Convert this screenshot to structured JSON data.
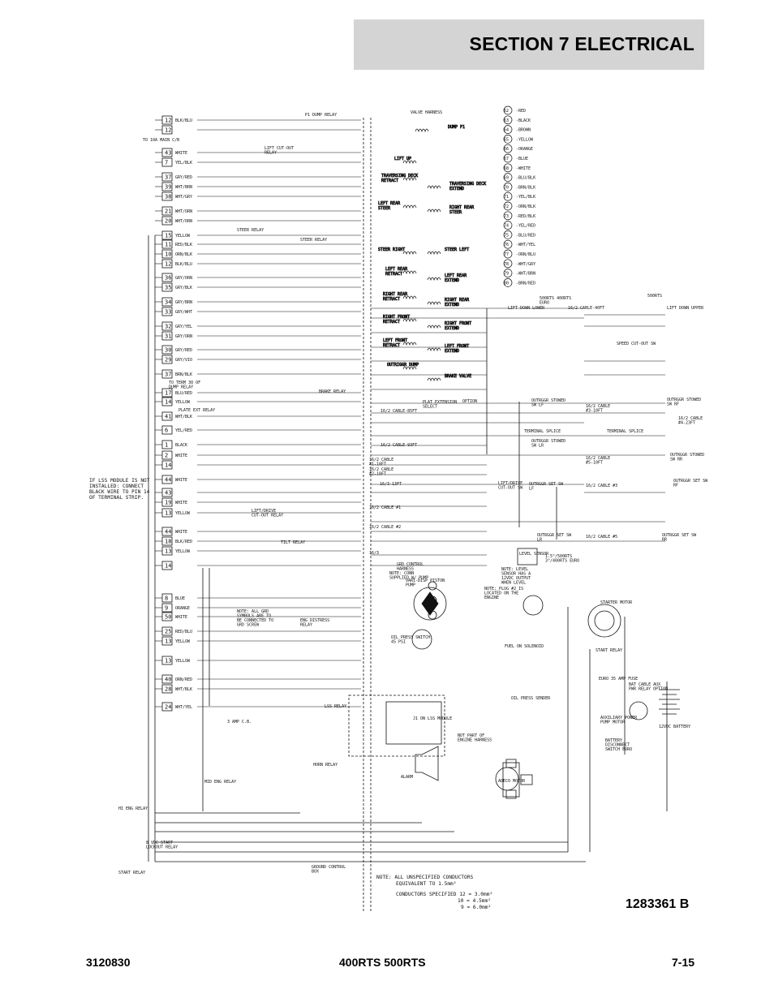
{
  "header": {
    "title": "SECTION 7   ELECTRICAL"
  },
  "footer": {
    "doc_number": "3120830",
    "model": "400RTS 500RTS",
    "page": "7-15"
  },
  "drawing_number": "1283361  B",
  "terminal_strip": [
    {
      "pin": "12",
      "wire": "BLK/BLU"
    },
    {
      "pin": "12",
      "wire": ""
    },
    {
      "pin": "43",
      "wire": "WHITE"
    },
    {
      "pin": "7",
      "wire": "YEL/BLK"
    },
    {
      "pin": "37",
      "wire": "GRY/RED"
    },
    {
      "pin": "39",
      "wire": "WHT/BRN"
    },
    {
      "pin": "38",
      "wire": "WHT/GRY"
    },
    {
      "pin": "21",
      "wire": "WHT/ORN"
    },
    {
      "pin": "20",
      "wire": "WHT/ORN"
    },
    {
      "pin": "15",
      "wire": "YELLOW"
    },
    {
      "pin": "11",
      "wire": "RED/BLK"
    },
    {
      "pin": "10",
      "wire": "ORN/BLK"
    },
    {
      "pin": "12",
      "wire": "BLK/BLU"
    },
    {
      "pin": "36",
      "wire": "GRY/ORN"
    },
    {
      "pin": "35",
      "wire": "GRY/BLK"
    },
    {
      "pin": "34",
      "wire": "GRY/BRN"
    },
    {
      "pin": "33",
      "wire": "GRY/WHT"
    },
    {
      "pin": "32",
      "wire": "GRY/YEL"
    },
    {
      "pin": "31",
      "wire": "GRY/ORN"
    },
    {
      "pin": "30",
      "wire": "GRY/RED"
    },
    {
      "pin": "29",
      "wire": "GRY/VIO"
    },
    {
      "pin": "37",
      "wire": "BRN/BLK"
    },
    {
      "pin": "17",
      "wire": "BLU/RED"
    },
    {
      "pin": "14",
      "wire": "YELLOW"
    },
    {
      "pin": "41",
      "wire": "WHT/BLK"
    },
    {
      "pin": "6",
      "wire": "YEL/RED"
    },
    {
      "pin": "1",
      "wire": "BLACK"
    },
    {
      "pin": "2",
      "wire": "WHITE"
    },
    {
      "pin": "14",
      "wire": ""
    },
    {
      "pin": "44",
      "wire": "WHITE"
    },
    {
      "pin": "43",
      "wire": ""
    },
    {
      "pin": "19",
      "wire": "WHITE"
    },
    {
      "pin": "13",
      "wire": "YELLOW"
    },
    {
      "pin": "44",
      "wire": "WHITE"
    },
    {
      "pin": "18",
      "wire": "BLK/RED"
    },
    {
      "pin": "13",
      "wire": "YELLOW"
    },
    {
      "pin": "14",
      "wire": ""
    },
    {
      "pin": "8",
      "wire": "BLUE"
    },
    {
      "pin": "9",
      "wire": "ORANGE"
    },
    {
      "pin": "50",
      "wire": "WHITE"
    },
    {
      "pin": "25",
      "wire": "RED/BLU"
    },
    {
      "pin": "13",
      "wire": "YELLOW"
    },
    {
      "pin": "13",
      "wire": "YELLOW"
    },
    {
      "pin": "40",
      "wire": "ORN/RED"
    },
    {
      "pin": "28",
      "wire": "WHT/BLK"
    },
    {
      "pin": "24",
      "wire": "WHT/YEL"
    }
  ],
  "color_key": [
    {
      "num": "62",
      "color": "RED"
    },
    {
      "num": "63",
      "color": "BLACK"
    },
    {
      "num": "64",
      "color": "BROWN"
    },
    {
      "num": "65",
      "color": "YELLOW"
    },
    {
      "num": "66",
      "color": "ORANGE"
    },
    {
      "num": "67",
      "color": "BLUE"
    },
    {
      "num": "68",
      "color": "WHITE"
    },
    {
      "num": "69",
      "color": "BLU/BLK"
    },
    {
      "num": "70",
      "color": "BRN/BLK"
    },
    {
      "num": "71",
      "color": "YEL/BLK"
    },
    {
      "num": "72",
      "color": "ORN/BLK"
    },
    {
      "num": "73",
      "color": "RED/BLK"
    },
    {
      "num": "74",
      "color": "YEL/RED"
    },
    {
      "num": "75",
      "color": "BLU/RED"
    },
    {
      "num": "76",
      "color": "WHT/YEL"
    },
    {
      "num": "77",
      "color": "ORN/BLU"
    },
    {
      "num": "78",
      "color": "WHT/GRY"
    },
    {
      "num": "79",
      "color": "WHT/BRN"
    },
    {
      "num": "80",
      "color": "BRN/RED"
    }
  ],
  "valves": [
    "DUMP P1",
    "LIFT UP",
    "TRAVERSING DECK RETRACT",
    "TRAVERSING DECK EXTEND",
    "LEFT REAR STEER",
    "RIGHT REAR STEER",
    "STEER RIGHT",
    "STEER LEFT",
    "LEFT REAR RETRACT",
    "LEFT REAR EXTEND",
    "RIGHT REAR RETRACT",
    "RIGHT REAR EXTEND",
    "RIGHT FRONT RETRACT",
    "RIGHT FRONT EXTEND",
    "LEFT FRONT RETRACT",
    "LEFT FRONT EXTEND",
    "OUTRIGGR DUMP",
    "BRAKE VALVE"
  ],
  "labels": {
    "valve_harness": "VALVE HARNESS",
    "p1_dump_relay": "P1 DUMP RELAY",
    "to_main_cb": "TO 10A MAIN C/B",
    "lift_cutout_relay": "LIFT CUT-OUT RELAY",
    "steer_relay": "STEER RELAY",
    "brake_relay": "BRAKE RELAY",
    "to_term_30": "TO TERM 30 OF DUMP RELAY",
    "plate_ext_relay": "PLATE EXT RELAY",
    "lss_note": "IF LSS MODULE IS NOT INSTALLED: CONNECT BLACK WIRE TO PIN 14 OF TERMINAL STRIP.",
    "lift_drive_relay": "LIFT/DRIVE CUT-OUT RELAY",
    "tilt_relay": "TILT RELAY",
    "grd_note": "NOTE: ALL GRD SYMBOLS ARE TO BE CONNECTED TO GRD SCREW",
    "eng_distress_relay": "ENG DISTRESS RELAY",
    "grd_control_harness": "GRD CONTROL HARNESS",
    "pump_note": "NOTE: CONN SUPPLIED W/ PUMP",
    "piston_pump": "VARI-DISP PISTON PUMP",
    "oil_press_switch": "OIL PRESS SWITCH 45 PSI",
    "level_sensor": "LEVEL SENSOR",
    "level_note": "NOTE: LEVEL SENSOR HAS A 12VDC OUTPUT WHEN LEVEL",
    "plug_note": "NOTE: PLUG #2 IS LOCATED ON THE ENGINE",
    "starter_motor": "STARTER MOTOR",
    "start_relay": "START RELAY",
    "fuel_solenoid": "FUEL ON SOLENOID",
    "oil_press_sender": "OIL PRESS SENDER",
    "euro_fuse": "EURO 35 AMP FUSE",
    "aux_pwr_relay": "BAT CABLE AUX PWR RELAY OPTION",
    "aux_pump_motor": "AUXILIARY POWER PUMP MOTOR",
    "battery": "12VDC BATTERY",
    "disconnect": "BATTERY DISCONNECT SWITCH EURO",
    "lss_relay": "LSS RELAY",
    "lss_module": "J1 ON LSS MODULE",
    "not_part": "NOT PART OF ENGINE HARNESS",
    "horn_relay": "HORN RELAY",
    "alarm": "ALARM",
    "adeco_motor": "ADECO MOTOR",
    "cb_3amp": "3 AMP C.B.",
    "mid_eng_relay": "MID ENG RELAY",
    "hi_eng_relay": "HI ENG RELAY",
    "start_lockout": "8 VDC START LOCKOUT RELAY",
    "start_relay_left": "START RELAY",
    "ground_box": "GROUND CONTROL BOX",
    "conductor_note_1": "NOTE: ALL UNSPECIFIED CONDUCTORS",
    "conductor_note_2": "EQUIVALENT TO 1.5mm²",
    "conductor_note_3": "CONDUCTORS SPECIFIED 12 = 3.0mm²",
    "conductor_note_4": "10 = 4.5mm²",
    "conductor_note_5": "9 = 6.0mm²",
    "lift_down_lower": "LIFT DOWN LOWER",
    "lift_down_upper": "LIFT DOWN UPPER",
    "speed_cutout": "SPEED CUT-OUT SW",
    "rts_euro": "500RTS 400RTS EURO",
    "rts500": "500RTS",
    "cable_40ft": "16/2 CABLE-40FT",
    "plat_ext_select": "PLAT EXTENSION SELECT",
    "plat_option": "OPTION",
    "outrggr_stowed_lf": "OUTRGGR STOWED SW LF",
    "outrggr_stowed_lr": "OUTRGGR STOWED SW LR",
    "outrggr_stowed_rf": "OUTRGGR STOWED SW RF",
    "outrggr_stowed_rr": "OUTRGGR STOWED SW RR",
    "terminal_splice": "TERMINAL SPLICE",
    "outrggr_set_lf": "OUTRGGR SET SW LF",
    "outrggr_set_rf": "OUTRGGR SET SW RF",
    "outrggr_set_lr": "OUTRGGR SET SW LR",
    "outrggr_set_rr": "OUTRGGR SET SW RR",
    "lift_drive_cutout_sw": "LIFT/DRIVE CUT-OUT SW",
    "cable_85": "16/2 CABLE-85FT",
    "cable_93": "16/2 CABLE-93FT",
    "cable_18_1": "16/2 CABLE #1-18FT",
    "cable_18_2": "16/2 CABLE #2-18FT",
    "cable_13": "16/3-13FT",
    "cable_1": "16/2 CABLE #1",
    "cable_2": "16/2 CABLE #2",
    "cable_3": "16/2 CABLE #3",
    "cable_5": "16/2 CABLE #5",
    "cable_4_23": "16/2 CABLE #4-23FT",
    "cable_3_10": "16/2 CABLE #3-10FT",
    "cable_5_10": "16/2 CABLE #5-10FT",
    "cable_163": "16/3",
    "rts_note": "1.5°/500RTS 3°/400RTS EURO"
  }
}
